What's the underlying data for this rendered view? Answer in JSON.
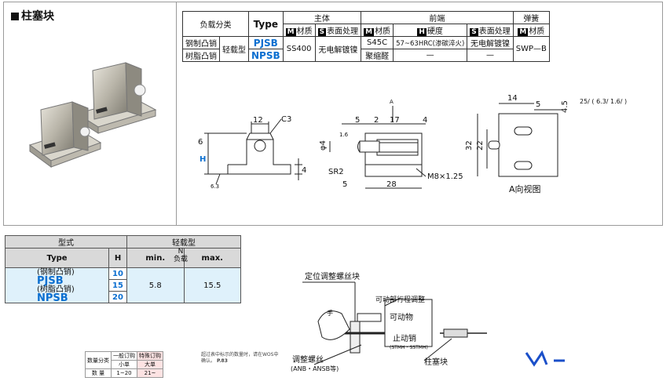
{
  "section": {
    "title": "柱塞块"
  },
  "spec_table": {
    "h_load": "负载分类",
    "h_type": "Type",
    "h_main": "主体",
    "h_front": "前端",
    "h_spring": "弹簧",
    "h_material": "材质",
    "h_surface": "表面处理",
    "h_hardness": "硬度",
    "badge_m": "M",
    "badge_s": "S",
    "badge_h": "H",
    "row1_load": "钢制凸销",
    "row2_load": "树脂凸销",
    "load_class": "轻载型",
    "row1_type": "PJSB",
    "row2_type": "NPSB",
    "main_material": "SS400",
    "main_surface": "无电解镀镍",
    "row1_front_material": "S45C",
    "row1_hardness": "57~63HRC(渗碳淬火)",
    "row1_front_surface": "无电解镀镍",
    "row2_front_material": "聚缩醛",
    "row2_hardness": "—",
    "row2_front_surface": "—",
    "spring_material": "SWP—B"
  },
  "drawing": {
    "dim_12": "12",
    "dim_c3": "C3",
    "dim_6": "6",
    "dim_h": "H",
    "dim_4a": "4",
    "dim_63": "6.3",
    "dim_5a": "5",
    "dim_2": "2",
    "dim_17": "17",
    "dim_4b": "4",
    "dim_a": "A",
    "dim_phi4": "φ4",
    "dim_16": "1.6",
    "dim_sr2": "SR2",
    "dim_5b": "5",
    "dim_28": "28",
    "dim_m8": "M8×1.25",
    "dim_14": "14",
    "dim_5c": "5",
    "dim_45": "4.5",
    "dim_32": "32",
    "dim_22": "22",
    "view_label": "A向视图",
    "rough": "25/ ( 6.3/ 1.6/ )"
  },
  "type_table": {
    "h_model": "型式",
    "h_light": "轻载型",
    "h_type": "Type",
    "h_h": "H",
    "h_min": "min.",
    "h_n": "N",
    "h_load": "负载",
    "h_max": "max.",
    "steel": "(钢制凸销)",
    "pjsb": "PJSB",
    "resin": "(树脂凸销)",
    "npsb": "NPSB",
    "h_values": [
      "10",
      "15",
      "20"
    ],
    "min_val": "5.8",
    "max_val": "15.5"
  },
  "diagram": {
    "label_block": "定位调整螺丝块",
    "label_hand": "手",
    "label_stroke": "可动部行程调整",
    "label_movable": "可动物",
    "label_stopper": "止动销",
    "label_stopper_sub": "(STMH・SSTMH)",
    "label_screw": "调整螺丝",
    "label_screw_sub": "(ANB・ANSB等)",
    "label_plunger": "柱塞块"
  },
  "qty_table": {
    "h_qty": "数量分类",
    "h_normal": "一般订购",
    "h_special": "特殊订购",
    "h_small": "小单",
    "h_large": "大单",
    "row_label": "数 量",
    "v_small": "1~20",
    "v_large": "21~"
  },
  "note": "超过表中标示的数量时，请在WOS中确认。",
  "note_ref": "P.83"
}
